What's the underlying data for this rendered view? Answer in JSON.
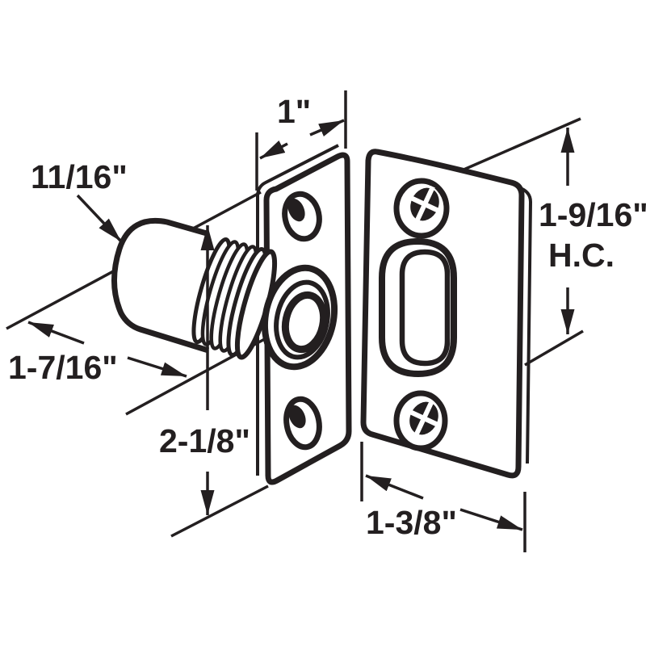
{
  "diagram": {
    "type": "technical-line-drawing",
    "subject": "ball catch latch assembly with strike plate",
    "background_color": "#ffffff",
    "ink_color": "#231f20",
    "labels": {
      "cap_diameter": "11/16\"",
      "faceplate_width": "1\"",
      "screw_hole_centers": "1-9/16\"",
      "screw_hole_centers_abbr": "H.C.",
      "barrel_length": "1-7/16\"",
      "faceplate_height": "2-1/8\"",
      "strike_plate_width": "1-3/8\""
    }
  }
}
